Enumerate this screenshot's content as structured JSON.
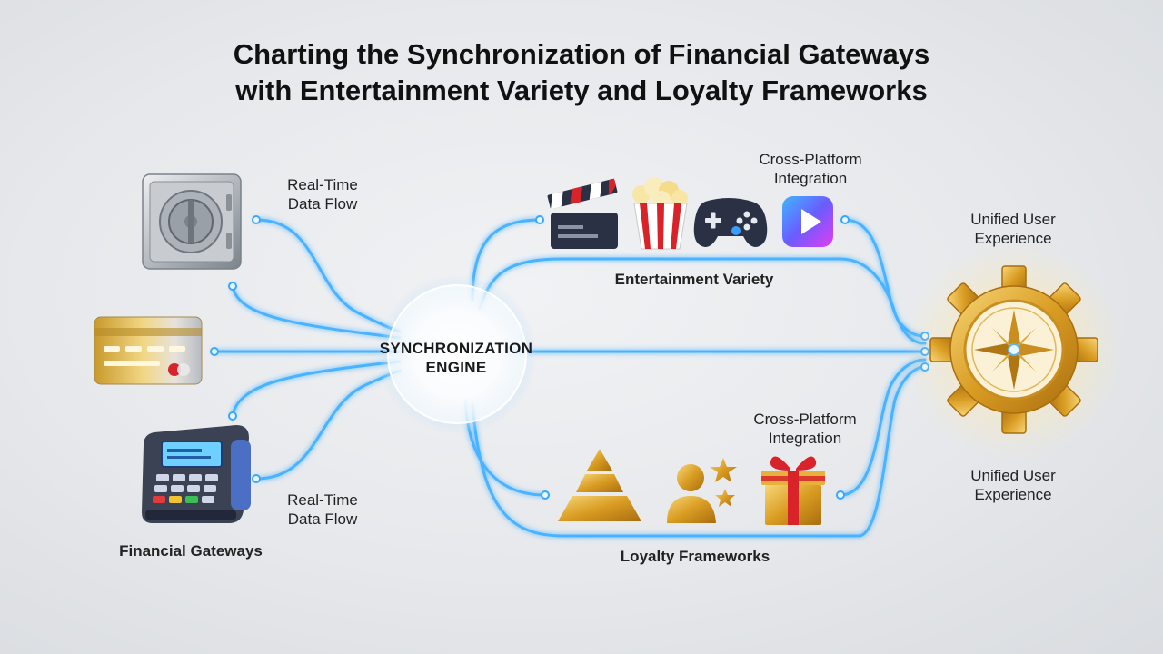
{
  "title": {
    "line1": "Charting the Synchronization of Financial Gateways",
    "line2": "with Entertainment Variety and Loyalty Frameworks"
  },
  "engine": {
    "line1": "SYNCHRONIZATION",
    "line2": "ENGINE"
  },
  "labels": {
    "data_flow_top": {
      "line1": "Real-Time",
      "line2": "Data Flow"
    },
    "data_flow_bottom": {
      "line1": "Real-Time",
      "line2": "Data Flow"
    },
    "financial_gateways": "Financial Gateways",
    "entertainment_variety": "Entertainment Variety",
    "loyalty_frameworks": "Loyalty Frameworks",
    "integration_top": {
      "line1": "Cross-Platform",
      "line2": "Integration"
    },
    "integration_bottom": {
      "line1": "Cross-Platform",
      "line2": "Integration"
    },
    "ux_top": {
      "line1": "Unified User",
      "line2": "Experience"
    },
    "ux_bottom": {
      "line1": "Unified User",
      "line2": "Experience"
    }
  },
  "icons": {
    "financial": [
      "vault-icon",
      "credit-card-icon",
      "payment-terminal-icon"
    ],
    "entertainment": [
      "clapperboard-icon",
      "popcorn-icon",
      "gamepad-icon",
      "play-button-icon"
    ],
    "loyalty": [
      "pyramid-tier-icon",
      "user-star-icon",
      "gift-box-icon"
    ],
    "hub": "gear-compass-icon"
  },
  "colors": {
    "flow_line": "#4ab3ff",
    "flow_glow": "#9fd6ff",
    "gold": "#e0a82e",
    "navy": "#2a3144",
    "red": "#d8232a"
  }
}
